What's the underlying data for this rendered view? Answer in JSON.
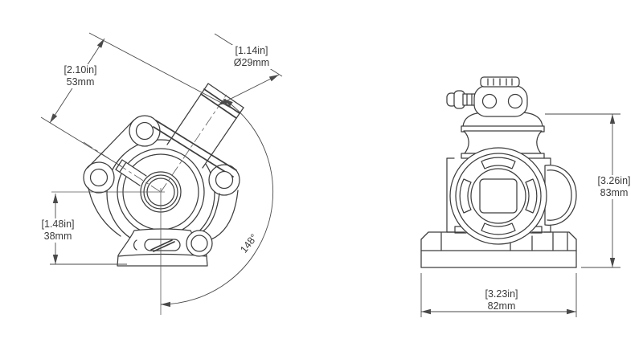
{
  "dimensions": {
    "tube_length": {
      "inches": "[2.10in]",
      "metric": "53mm"
    },
    "tube_diameter": {
      "inches": "[1.14in]",
      "metric": "Ø29mm"
    },
    "height_center_to_base": {
      "inches": "[1.48in]",
      "metric": "38mm"
    },
    "outlet_angle": {
      "degrees": "148°"
    },
    "overall_height": {
      "inches": "[3.26in]",
      "metric": "83mm"
    },
    "base_width": {
      "inches": "[3.23in]",
      "metric": "82mm"
    }
  },
  "colors": {
    "background": "#ffffff",
    "part_line": "#3d3d3d",
    "dimension_line": "#4a4a4a",
    "text": "#3a3a3a"
  }
}
